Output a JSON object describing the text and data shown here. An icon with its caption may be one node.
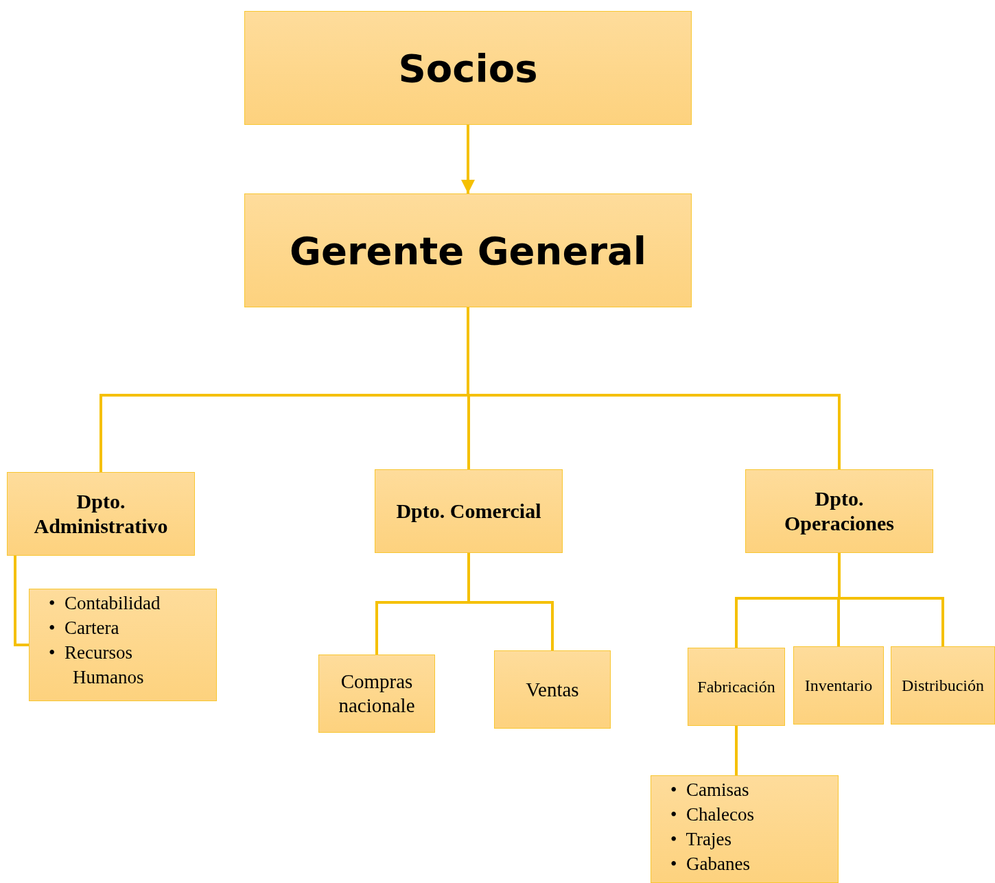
{
  "diagram": {
    "nodes": [
      {
        "text": [
          "Socios"
        ]
      },
      {
        "text": [
          "Gerente General"
        ]
      },
      {
        "text": [
          "Dpto. Administrativo"
        ]
      },
      {
        "text": [
          "Dpto. Comercial"
        ]
      },
      {
        "text": [
          "Dpto. Operaciones"
        ]
      },
      {
        "text": [
          "• Contabilidad",
          "• Cartera",
          "• Recursos Humanos"
        ]
      },
      {
        "text": [
          "Compras nacionale"
        ]
      },
      {
        "text": [
          "Ventas"
        ]
      },
      {
        "text": [
          "Fabricación"
        ]
      },
      {
        "text": [
          "Inventario"
        ]
      },
      {
        "text": [
          "Distribución"
        ]
      },
      {
        "text": [
          "• Camisas",
          "• Chalecos",
          "• Trajes",
          "• Gabanes"
        ]
      }
    ],
    "edges": [
      {
        "from": 0,
        "to": 1,
        "arrow": "to"
      },
      {
        "from": 1,
        "to": 2,
        "arrow": "none"
      },
      {
        "from": 1,
        "to": 3,
        "arrow": "none"
      },
      {
        "from": 1,
        "to": 4,
        "arrow": "none"
      },
      {
        "from": 2,
        "to": 5,
        "arrow": "none"
      },
      {
        "from": 3,
        "to": 6,
        "arrow": "none"
      },
      {
        "from": 3,
        "to": 7,
        "arrow": "none"
      },
      {
        "from": 4,
        "to": 8,
        "arrow": "none"
      },
      {
        "from": 4,
        "to": 9,
        "arrow": "none"
      },
      {
        "from": 4,
        "to": 10,
        "arrow": "none"
      },
      {
        "from": 8,
        "to": 11,
        "arrow": "none"
      }
    ]
  }
}
